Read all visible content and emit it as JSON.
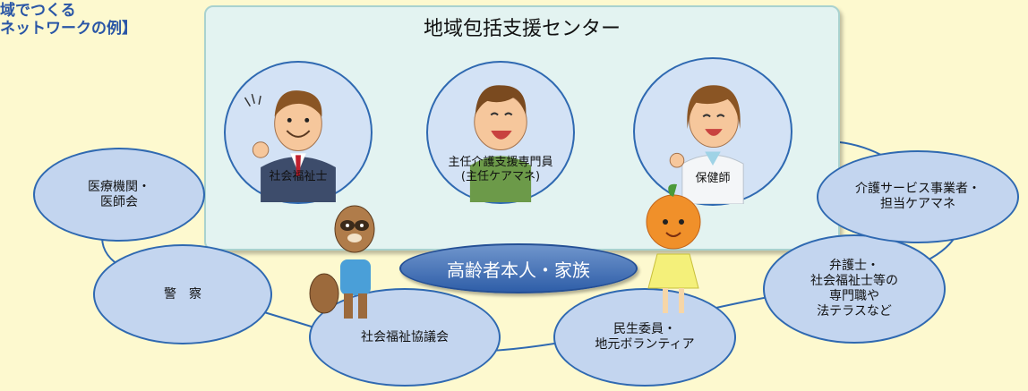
{
  "heading": {
    "line1": "域でつくる",
    "line2": "ネットワークの例】"
  },
  "center": {
    "title": "地域包括支援センター",
    "staff": [
      {
        "label": "社会福祉士"
      },
      {
        "label": "主任介護支援専門員\n(主任ケアマネ)"
      },
      {
        "label": "保健師"
      }
    ]
  },
  "hub": {
    "label": "高齢者本人・家族"
  },
  "network": [
    {
      "label": "医療機関・\n医師会"
    },
    {
      "label": "警　察"
    },
    {
      "label": "社会福祉協議会"
    },
    {
      "label": "民生委員・\n地元ボランティア"
    },
    {
      "label": "弁護士・\n社会福祉士等の\n専門職や\n法テラスなど"
    },
    {
      "label": "介護サービス事業者・\n担当ケアマネ"
    }
  ],
  "colors": {
    "background": "#fdf9cf",
    "ellipse_fill": "#c3d5ef",
    "ellipse_border": "#2f69b1",
    "hub_fill": "#3a67ae",
    "panel_fill": "#e3f3f1",
    "heading_text": "#2a56a6"
  },
  "icons": [
    "businessman-icon",
    "care-manager-icon",
    "nurse-icon",
    "raccoon-dog-mascot-icon",
    "orange-girl-mascot-icon"
  ]
}
